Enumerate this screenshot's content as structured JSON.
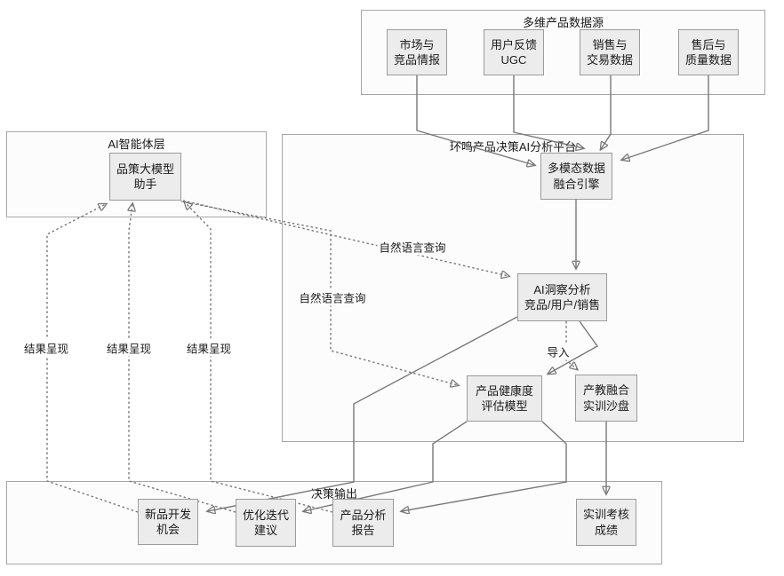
{
  "diagram": {
    "containers": {
      "datasource": {
        "title": "多维产品数据源"
      },
      "agent": {
        "title": "AI智能体层"
      },
      "platform": {
        "title": "环鸣产品决策AI分析平台"
      },
      "output": {
        "title": "决策输出"
      }
    },
    "nodes": {
      "market": {
        "label": "市场与\n竞品情报"
      },
      "ugc": {
        "label": "用户反馈\nUGC"
      },
      "sales": {
        "label": "销售与\n交易数据"
      },
      "aftersales": {
        "label": "售后与\n质量数据"
      },
      "assistant": {
        "label": "品策大模型\n助手"
      },
      "fusion": {
        "label": "多模态数据\n融合引擎"
      },
      "insight": {
        "label": "AI洞察分析\n竞品/用户/销售"
      },
      "health": {
        "label": "产品健康度\n评估模型"
      },
      "sandbox": {
        "label": "产教融合\n实训沙盘"
      },
      "newproduct": {
        "label": "新品开发\n机会"
      },
      "optimize": {
        "label": "优化迭代\n建议"
      },
      "report": {
        "label": "产品分析\n报告"
      },
      "score": {
        "label": "实训考核\n成绩"
      }
    },
    "edge_labels": {
      "nlq1": "自然语言查询",
      "nlq2": "自然语言查询",
      "import": "导入",
      "result1": "结果呈现",
      "result2": "结果呈现",
      "result3": "结果呈现"
    },
    "edges": [
      {
        "from": "市场与竞品情报",
        "to": "多模态数据融合引擎",
        "style": "solid"
      },
      {
        "from": "用户反馈UGC",
        "to": "多模态数据融合引擎",
        "style": "solid"
      },
      {
        "from": "销售与交易数据",
        "to": "多模态数据融合引擎",
        "style": "solid"
      },
      {
        "from": "售后与质量数据",
        "to": "多模态数据融合引擎",
        "style": "solid"
      },
      {
        "from": "多模态数据融合引擎",
        "to": "AI洞察分析 竞品/用户/销售",
        "style": "solid"
      },
      {
        "from": "品策大模型助手",
        "to": "AI洞察分析 竞品/用户/销售",
        "style": "dotted",
        "label": "自然语言查询"
      },
      {
        "from": "品策大模型助手",
        "to": "产品健康度评估模型",
        "style": "dotted",
        "label": "自然语言查询"
      },
      {
        "from": "AI洞察分析 竞品/用户/销售",
        "to": "产教融合实训沙盘",
        "style": "dotted",
        "label": "导入"
      },
      {
        "from": "AI洞察分析 竞品/用户/销售",
        "to": "产品健康度评估模型",
        "style": "solid"
      },
      {
        "from": "AI洞察分析 竞品/用户/销售",
        "to": "新品开发机会",
        "style": "solid"
      },
      {
        "from": "产品健康度评估模型",
        "to": "优化迭代建议",
        "style": "solid"
      },
      {
        "from": "产品健康度评估模型",
        "to": "产品分析报告",
        "style": "solid"
      },
      {
        "from": "产教融合实训沙盘",
        "to": "实训考核成绩",
        "style": "solid"
      },
      {
        "from": "新品开发机会",
        "to": "品策大模型助手",
        "style": "dotted",
        "label": "结果呈现"
      },
      {
        "from": "优化迭代建议",
        "to": "品策大模型助手",
        "style": "dotted",
        "label": "结果呈现"
      },
      {
        "from": "产品分析报告",
        "to": "品策大模型助手",
        "style": "dotted",
        "label": "结果呈现"
      }
    ],
    "colors": {
      "node_fill": "#ececec",
      "node_border": "#9b9b9b",
      "container_fill": "#fcfcfc",
      "container_border": "#a6a6a6",
      "edge": "#787878",
      "arrowhead": "#666666",
      "text": "#1a1a1a",
      "background": "#ffffff"
    }
  }
}
